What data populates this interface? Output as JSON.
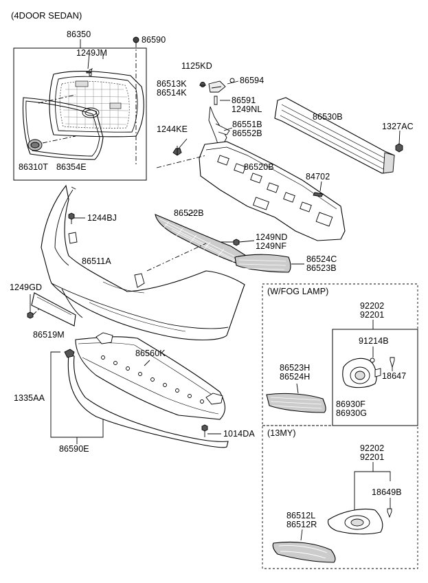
{
  "header": "(4DOOR SEDAN)",
  "sections": {
    "fog_lamp": "(W/FOG LAMP)",
    "my13": "(13MY)"
  },
  "parts": {
    "p86350": "86350",
    "p86590": "86590",
    "p1249JM": "1249JM",
    "p86310T": "86310T",
    "p86354E": "86354E",
    "p1125KD": "1125KD",
    "p86513K": "86513K",
    "p86514K": "86514K",
    "p86594": "86594",
    "p86591": "86591",
    "p1249NL": "1249NL",
    "p86551B": "86551B",
    "p86552B": "86552B",
    "p1244KE": "1244KE",
    "p86530B": "86530B",
    "p1327AC": "1327AC",
    "p86520B": "86520B",
    "p84702": "84702",
    "p1244BJ": "1244BJ",
    "p86522B": "86522B",
    "p1249ND": "1249ND",
    "p1249NF": "1249NF",
    "p86524C": "86524C",
    "p86523B": "86523B",
    "p86511A": "86511A",
    "p1249GD": "1249GD",
    "p86519M": "86519M",
    "p86560K": "86560K",
    "p1335AA": "1335AA",
    "p1014DA": "1014DA",
    "p86590E": "86590E",
    "p92202a": "92202",
    "p92201a": "92201",
    "p91214B": "91214B",
    "p18647": "18647",
    "p86523H": "86523H",
    "p86524H": "86524H",
    "p86930F": "86930F",
    "p86930G": "86930G",
    "p92202b": "92202",
    "p92201b": "92201",
    "p18649B": "18649B",
    "p86512L": "86512L",
    "p86512R": "86512R"
  }
}
